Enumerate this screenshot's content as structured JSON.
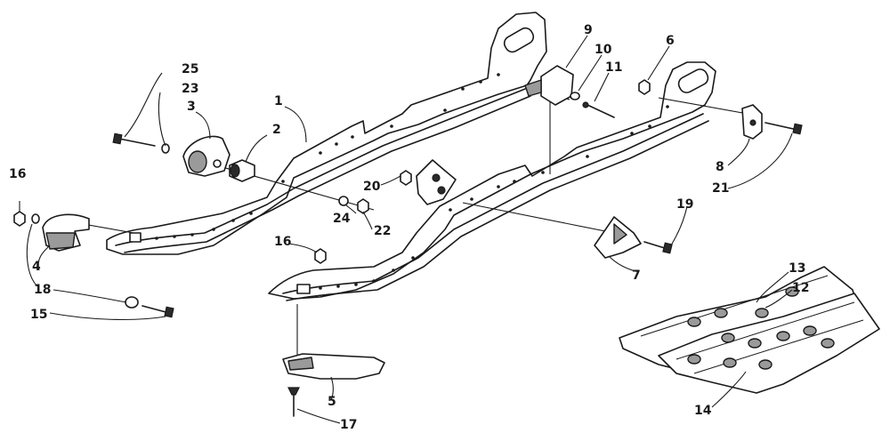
{
  "diagram": {
    "callouts": [
      {
        "id": "c1",
        "text": "1"
      },
      {
        "id": "c2",
        "text": "2"
      },
      {
        "id": "c3",
        "text": "3"
      },
      {
        "id": "c4",
        "text": "4"
      },
      {
        "id": "c5",
        "text": "5"
      },
      {
        "id": "c6",
        "text": "6"
      },
      {
        "id": "c7",
        "text": "7"
      },
      {
        "id": "c8",
        "text": "8"
      },
      {
        "id": "c9",
        "text": "9"
      },
      {
        "id": "c10",
        "text": "10"
      },
      {
        "id": "c11",
        "text": "11"
      },
      {
        "id": "c12",
        "text": "12"
      },
      {
        "id": "c13",
        "text": "13"
      },
      {
        "id": "c14",
        "text": "14"
      },
      {
        "id": "c15",
        "text": "15"
      },
      {
        "id": "c16a",
        "text": "16"
      },
      {
        "id": "c16b",
        "text": "16"
      },
      {
        "id": "c17",
        "text": "17"
      },
      {
        "id": "c18",
        "text": "18"
      },
      {
        "id": "c19",
        "text": "19"
      },
      {
        "id": "c20",
        "text": "20"
      },
      {
        "id": "c21",
        "text": "21"
      },
      {
        "id": "c22",
        "text": "22"
      },
      {
        "id": "c23",
        "text": "23"
      },
      {
        "id": "c24",
        "text": "24"
      },
      {
        "id": "c25",
        "text": "25"
      }
    ]
  }
}
